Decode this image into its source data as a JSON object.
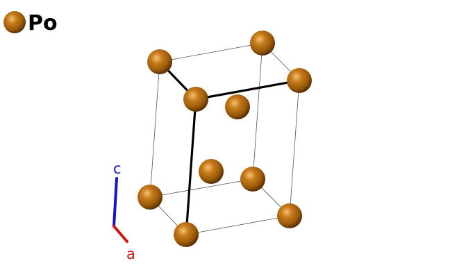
{
  "legend": {
    "element": "Po",
    "atom_color": "#b46a0e"
  },
  "axes": {
    "c": {
      "label": "c",
      "color": "#1414c8"
    },
    "a": {
      "label": "a",
      "color": "#d21414"
    }
  },
  "colors": {
    "atom_base": "#b46a0e",
    "atom_highlight": "#f0b060",
    "atom_shadow": "#5a3204",
    "cell_edge": "#555555",
    "bond": "#000000"
  }
}
